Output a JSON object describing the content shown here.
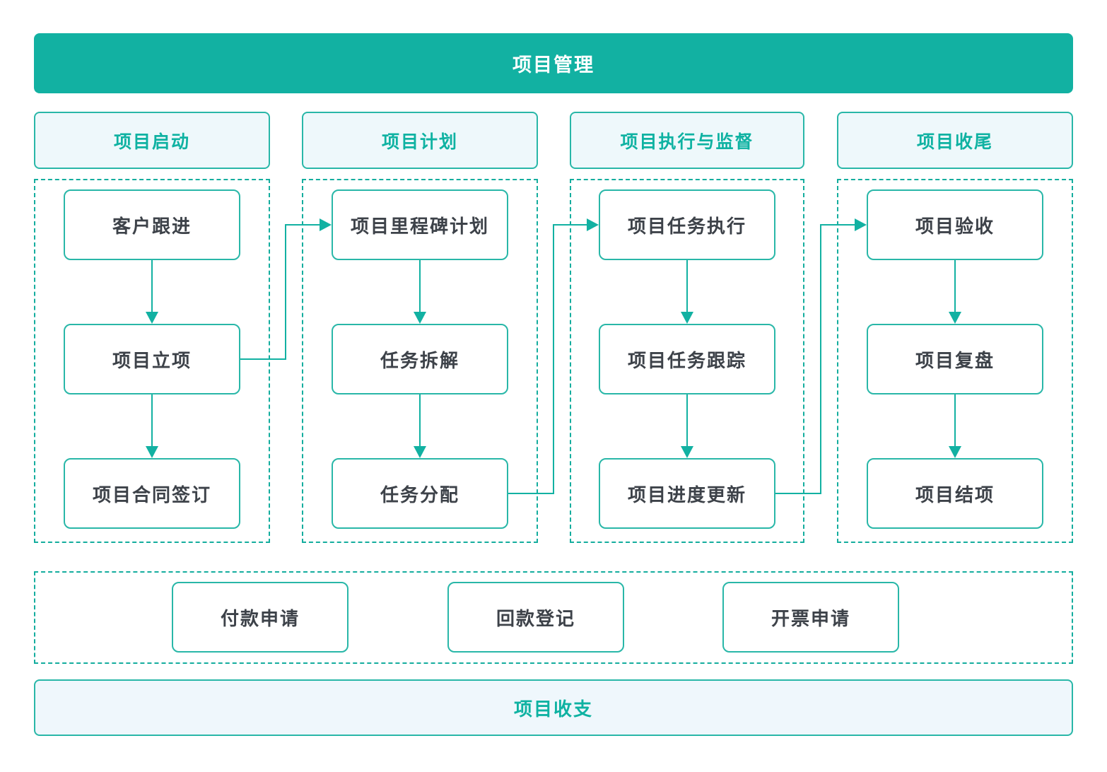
{
  "title": "项目管理",
  "columns": [
    {
      "header": "项目启动",
      "nodes": [
        "客户跟进",
        "项目立项",
        "项目合同签订"
      ]
    },
    {
      "header": "项目计划",
      "nodes": [
        "项目里程碑计划",
        "任务拆解",
        "任务分配"
      ]
    },
    {
      "header": "项目执行与监督",
      "nodes": [
        "项目任务执行",
        "项目任务跟踪",
        "项目进度更新"
      ]
    },
    {
      "header": "项目收尾",
      "nodes": [
        "项目验收",
        "项目复盘",
        "项目结项"
      ]
    }
  ],
  "finance": {
    "nodes": [
      "付款申请",
      "回款登记",
      "开票申请"
    ]
  },
  "footer": {
    "label": "项目收支"
  },
  "colors": {
    "teal": "#12b1a2",
    "node_border": "#29b7a8",
    "dashed_border": "#14ad9e",
    "header_bg": "#eef8fb",
    "header_text": "#0fb2a2",
    "footer_bg": "#eff7fc",
    "node_text": "#3d4249",
    "banner_text": "#ffffff"
  }
}
